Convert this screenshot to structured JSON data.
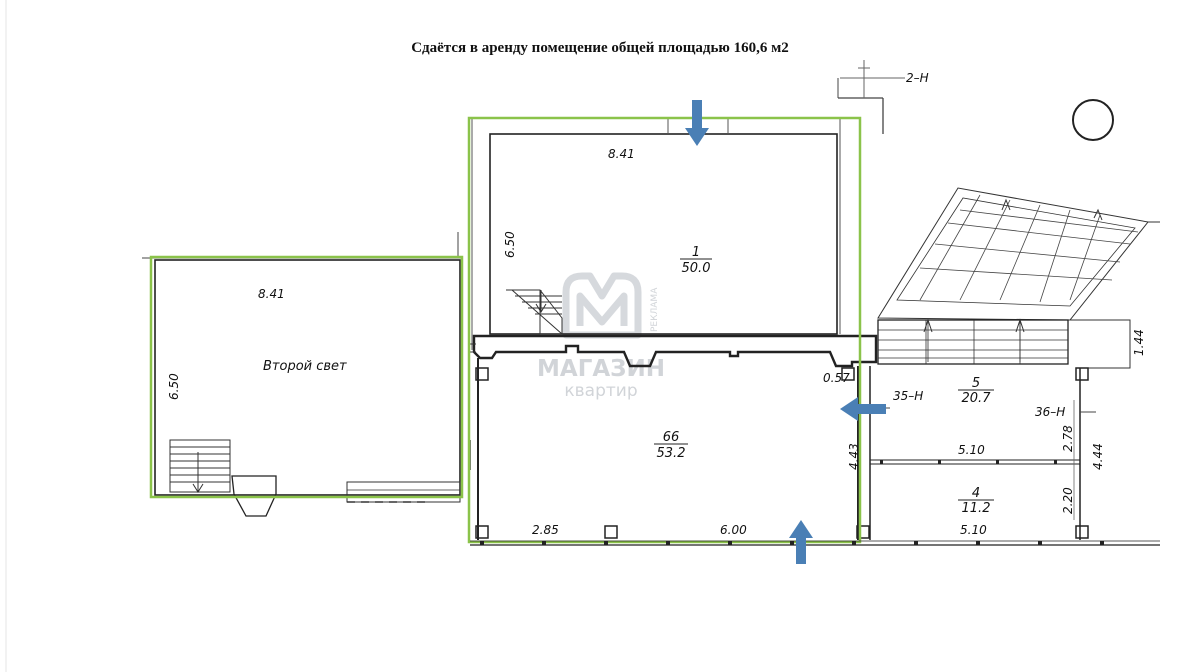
{
  "title": "Сдаётся в аренду помещение общей площадью   160,6 м2",
  "watermark": {
    "line1": "МАГАЗИН",
    "line2": "квартир",
    "side": "РЕКЛАМА"
  },
  "second_light": {
    "label": "Второй свет",
    "width_dim": "8.41",
    "depth_dim": "6.50"
  },
  "upper_room": {
    "number": "1",
    "area": "50.0",
    "width_dim": "8.41",
    "depth_dim": "6.50"
  },
  "main_room": {
    "number": "66",
    "area": "53.2",
    "side_dim": "4.43",
    "bottom_left_dim": "2.85",
    "bottom_right_dim": "6.00",
    "offset_dim": "0.57"
  },
  "room5": {
    "number": "5",
    "area": "20.7",
    "width_dim": "5.10",
    "depth_dim": "2.78"
  },
  "room4": {
    "number": "4",
    "area": "11.2",
    "width_dim": "5.10",
    "depth_dim": "2.20"
  },
  "axes": {
    "a1": "2–Н",
    "a2": "35–Н",
    "a3": "36–Н"
  },
  "extra_dims": {
    "d1": "1.44",
    "d2": "4.44"
  },
  "colors": {
    "highlight": "#8bc34a",
    "arrow": "#4a7fb5"
  }
}
